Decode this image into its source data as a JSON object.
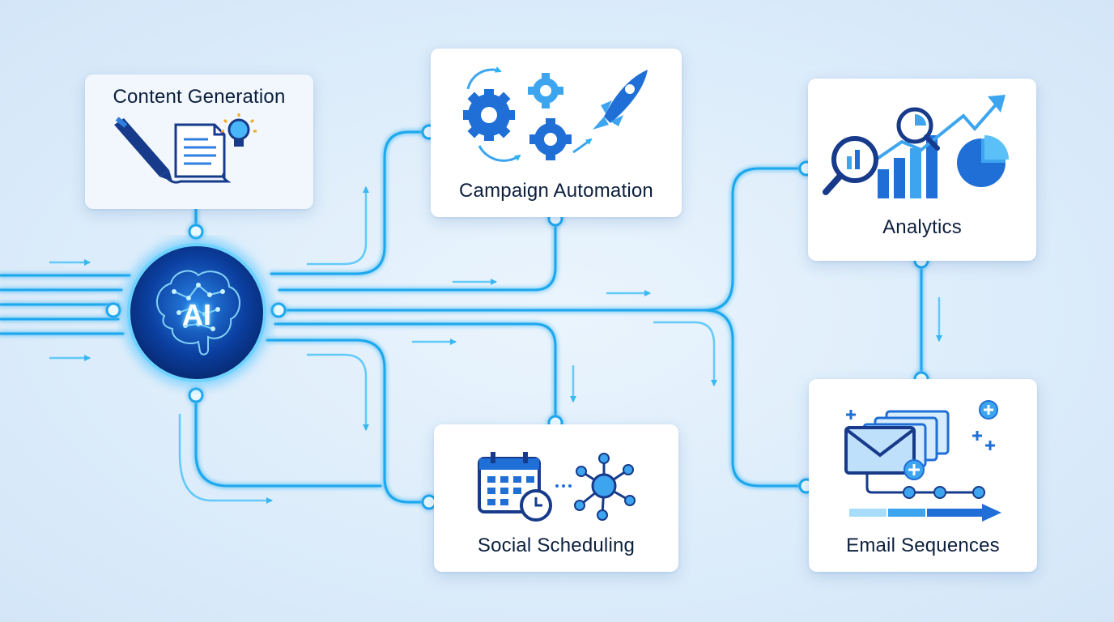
{
  "hub": {
    "label": "AI"
  },
  "nodes": {
    "content_generation": {
      "label": "Content Generation"
    },
    "campaign_automation": {
      "label": "Campaign Automation"
    },
    "analytics": {
      "label": "Analytics"
    },
    "social_scheduling": {
      "label": "Social Scheduling"
    },
    "email_sequences": {
      "label": "Email Sequences"
    }
  },
  "colors": {
    "wire": "#1aa8ee",
    "wire_glow": "#62cffb",
    "icon_blue": "#1f6fd6",
    "icon_light": "#3da5f0",
    "text": "#0c1f3d"
  }
}
